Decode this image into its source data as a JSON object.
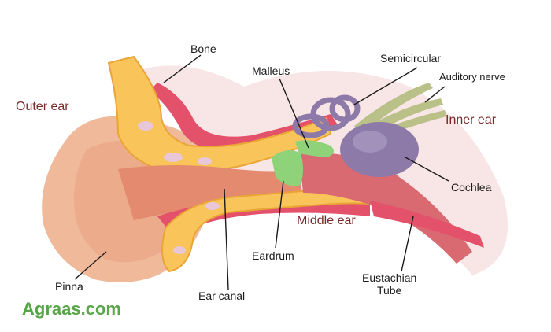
{
  "labels": {
    "bone": "Bone",
    "malleus": "Malleus",
    "semicircular": "Semicircular",
    "auditory_nerve": "Auditory nerve",
    "outer_ear": "Outer ear",
    "inner_ear": "Inner ear",
    "cochlea": "Cochlea",
    "middle_ear": "Middle ear",
    "eardrum": "Eardrum",
    "eustachian_tube": "Eustachian\nTube",
    "pinna": "Pinna",
    "ear_canal": "Ear canal"
  },
  "watermark": "Agraas.com",
  "colors": {
    "skin": "#f0b99a",
    "bone": "#f9c45a",
    "tissue": "#e3516a",
    "cochlea": "#8d7aa8",
    "eardrum": "#8ed37a",
    "nerve": "#b9c189",
    "region_text": "#7a2a2a",
    "watermark": "#58a54a"
  }
}
